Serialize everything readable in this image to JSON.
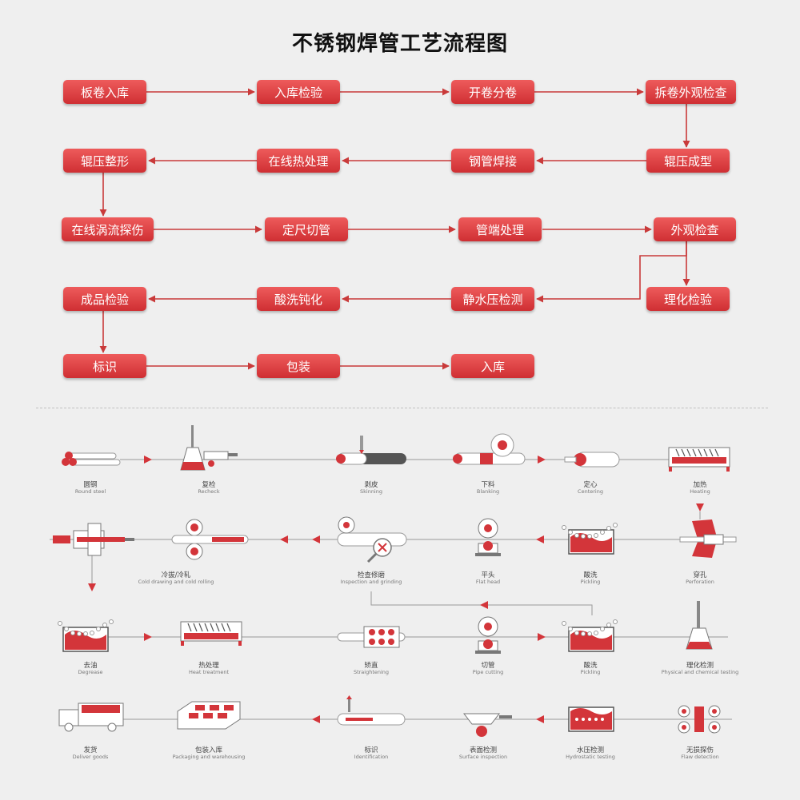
{
  "title": "不锈钢焊管工艺流程图",
  "flow": {
    "steps": [
      "板卷入库",
      "入库检验",
      "开卷分卷",
      "拆卷外观检查",
      "辊压整形",
      "在线热处理",
      "钢管焊接",
      "辊压成型",
      "在线涡流探伤",
      "定尺切管",
      "管端处理",
      "外观检查",
      "成品检验",
      "酸洗钝化",
      "静水压检测",
      "理化检验",
      "标识",
      "包装",
      "入库"
    ]
  },
  "process": {
    "steps": [
      {
        "zh": "圆钢",
        "en": "Round steel",
        "icon": "round-steel-icon"
      },
      {
        "zh": "复检",
        "en": "Recheck",
        "icon": "recheck-icon"
      },
      {
        "zh": "剥皮",
        "en": "Skinning",
        "icon": "skinning-icon"
      },
      {
        "zh": "下料",
        "en": "Blanking",
        "icon": "blanking-icon"
      },
      {
        "zh": "定心",
        "en": "Centering",
        "icon": "centering-icon"
      },
      {
        "zh": "加热",
        "en": "Heating",
        "icon": "heating-icon"
      },
      {
        "zh": "冷拔/冷轧",
        "en": "Cold drawing and cold rolling",
        "icon": "cold-rolling-icon"
      },
      {
        "zh": "检查修磨",
        "en": "Inspection and grinding",
        "icon": "inspection-grinding-icon"
      },
      {
        "zh": "平头",
        "en": "Flat head",
        "icon": "flat-head-icon"
      },
      {
        "zh": "酸洗",
        "en": "Pickling",
        "icon": "pickling-icon"
      },
      {
        "zh": "穿孔",
        "en": "Perforation",
        "icon": "perforation-icon"
      },
      {
        "zh": "去油",
        "en": "Degrease",
        "icon": "degrease-icon"
      },
      {
        "zh": "热处理",
        "en": "Heat treatment",
        "icon": "heat-treatment-icon"
      },
      {
        "zh": "矫直",
        "en": "Straightening",
        "icon": "straightening-icon"
      },
      {
        "zh": "切管",
        "en": "Pipe cutting",
        "icon": "pipe-cutting-icon"
      },
      {
        "zh": "酸洗",
        "en": "Pickling",
        "icon": "pickling-icon"
      },
      {
        "zh": "理化检测",
        "en": "Physical and chemical testing",
        "icon": "lab-flask-icon"
      },
      {
        "zh": "发货",
        "en": "Deliver goods",
        "icon": "truck-icon"
      },
      {
        "zh": "包装入库",
        "en": "Packaging and warehousing",
        "icon": "packaging-icon"
      },
      {
        "zh": "标识",
        "en": "Identification",
        "icon": "marking-icon"
      },
      {
        "zh": "表面检测",
        "en": "Surface inspection",
        "icon": "surface-inspection-icon"
      },
      {
        "zh": "水压检测",
        "en": "Hydrostatic testing",
        "icon": "hydrostatic-icon"
      },
      {
        "zh": "无损探伤",
        "en": "Flaw detection",
        "icon": "flaw-detection-icon"
      }
    ]
  },
  "colors": {
    "accent": "#d3353a",
    "line": "#c93a3a",
    "gray": "#999999"
  }
}
